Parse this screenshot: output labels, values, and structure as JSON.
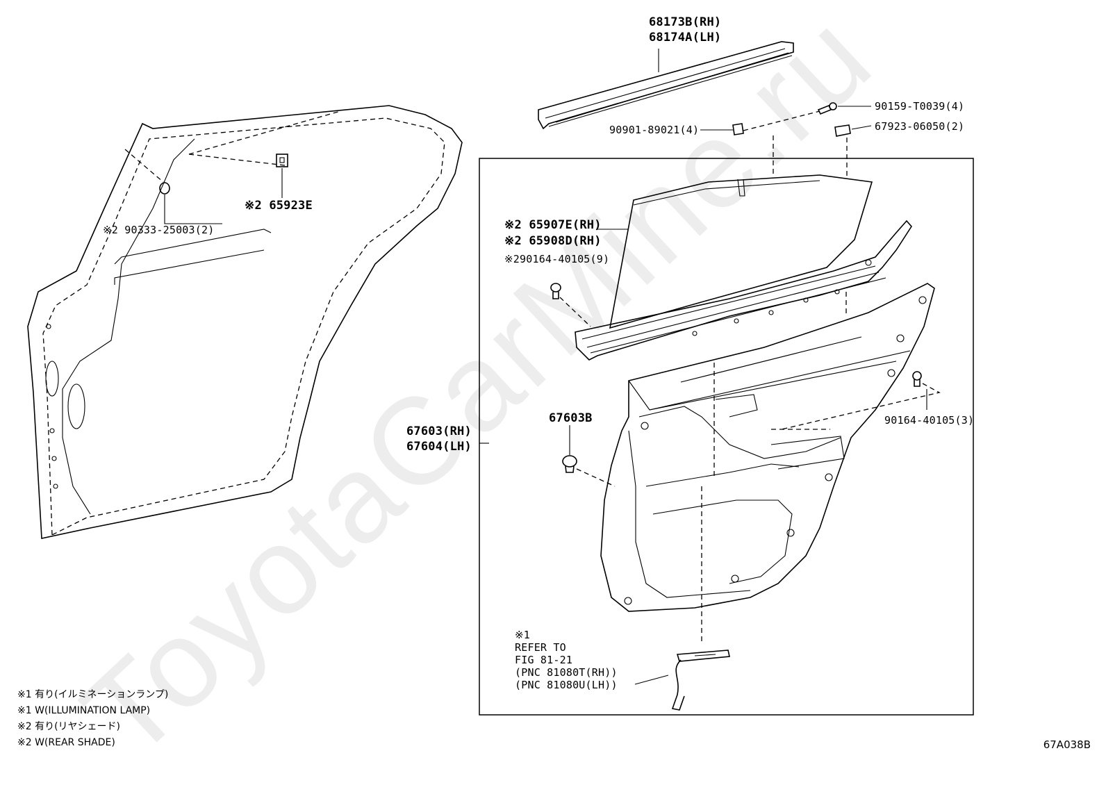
{
  "labels": {
    "glass_run_rh": "68173B(RH)",
    "glass_run_lh": "68174A(LH)",
    "screw_90159": "90159-T0039(4)",
    "clip_90901": "90901-89021(4)",
    "clip_67923": "67923-06050(2)",
    "bracket_65923": "※2 65923E",
    "grommet_90333": "※2 90333-25003(2)",
    "shade_65907": "※2 65907E(RH)",
    "shade_65908": "※2 65908D(RH)",
    "screw_90164_9": "※290164-40105(9)",
    "panel_rh": "67603(RH)",
    "panel_lh": "67604(LH)",
    "clip_67603b": "67603B",
    "screw_90164_3": "90164-40105(3)",
    "ref_mark": "※1",
    "ref_line1": "REFER TO",
    "ref_line2": "FIG 81-21",
    "ref_line3": "(PNC 81080T(RH))",
    "ref_line4": "(PNC 81080U(LH))"
  },
  "legend": [
    "※1 有り(イルミネーションランプ)",
    "※1 W(ILLUMINATION LAMP)",
    "※2 有り(リヤシェード)",
    "※2 W(REAR SHADE)"
  ],
  "watermark": "ToyotaCarMine.ru",
  "figure_code": "67A038B"
}
